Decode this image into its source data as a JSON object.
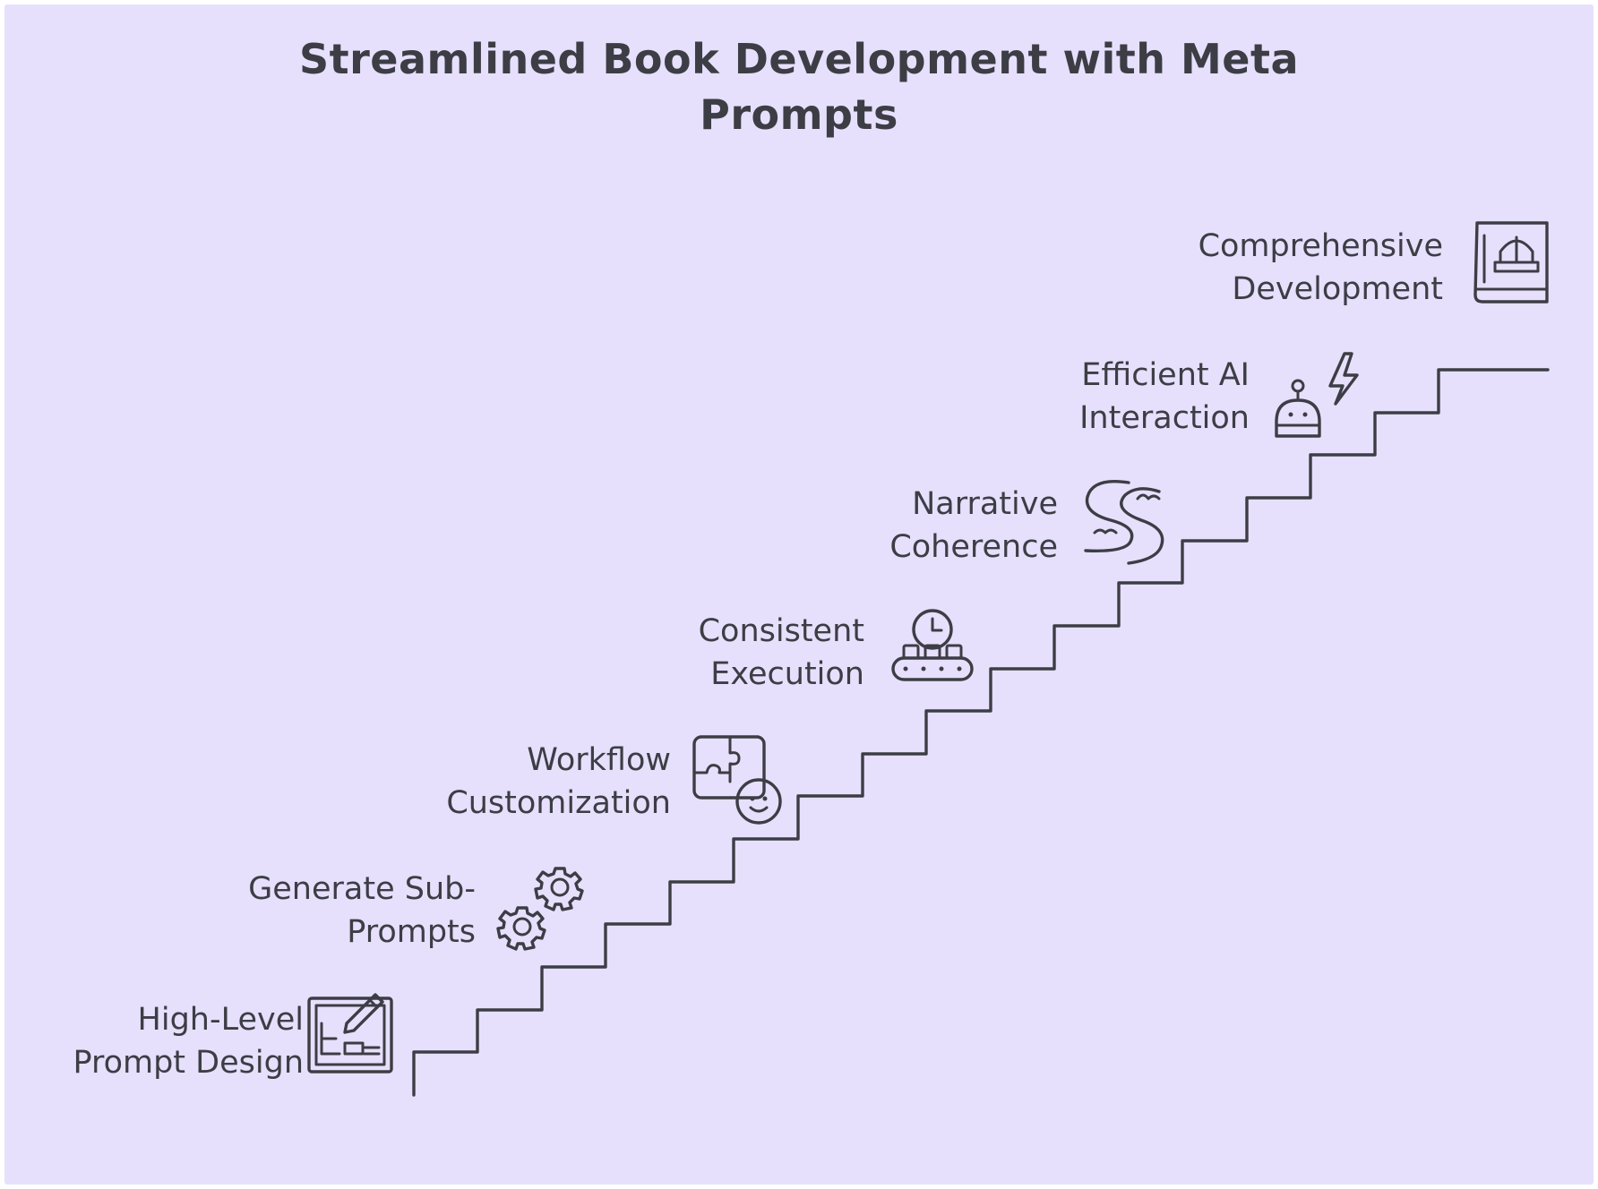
{
  "diagram": {
    "title_lines": [
      "Streamlined Book Development with Meta",
      "Prompts"
    ],
    "steps": [
      {
        "id": "high-level-prompt-design",
        "lines": [
          "High-Level",
          "Prompt Design"
        ],
        "icon": "document-pencil-icon"
      },
      {
        "id": "generate-sub-prompts",
        "lines": [
          "Generate Sub-",
          "Prompts"
        ],
        "icon": "gears-icon"
      },
      {
        "id": "workflow-customization",
        "lines": [
          "Workflow",
          "Customization"
        ],
        "icon": "puzzle-person-icon"
      },
      {
        "id": "consistent-execution",
        "lines": [
          "Consistent",
          "Execution"
        ],
        "icon": "clock-conveyor-icon"
      },
      {
        "id": "narrative-coherence",
        "lines": [
          "Narrative",
          "Coherence"
        ],
        "icon": "river-icon"
      },
      {
        "id": "efficient-ai-interaction",
        "lines": [
          "Efficient AI",
          "Interaction"
        ],
        "icon": "robot-lightning-icon"
      },
      {
        "id": "comprehensive-development",
        "lines": [
          "Comprehensive",
          "Development"
        ],
        "icon": "book-icon"
      }
    ],
    "colors": {
      "background": "#e6e0fc",
      "ink": "#3d3d45"
    }
  }
}
